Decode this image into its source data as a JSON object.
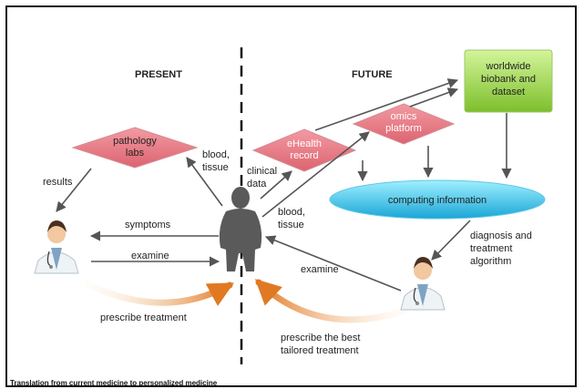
{
  "headers": {
    "present": "PRESENT",
    "future": "FUTURE"
  },
  "nodes": {
    "pathology_labs": [
      "pathology",
      "labs"
    ],
    "ehealth_record": [
      "eHealth",
      "record"
    ],
    "omics_platform": [
      "omics",
      "platform"
    ],
    "worldwide_biobank": [
      "worldwide",
      "biobank and",
      "dataset"
    ],
    "computing_information": "computing information"
  },
  "labels": {
    "results": "results",
    "blood_tissue_left": [
      "blood,",
      "tissue"
    ],
    "clinical_data": [
      "clinical",
      "data"
    ],
    "blood_tissue_right": [
      "blood,",
      "tissue"
    ],
    "symptoms": "symptoms",
    "examine_left": "examine",
    "examine_right": "examine",
    "diagnosis": [
      "diagnosis and",
      "treatment",
      "algorithm"
    ],
    "prescribe_treatment": "prescribe treatment",
    "prescribe_best": [
      "prescribe the best",
      "tailored treatment"
    ]
  },
  "caption": "Translation from current medicine to personalized medicine",
  "colors": {
    "diamond": "#e6737e",
    "diamond_stroke": "#d9909a",
    "ellipse_top": "#8fe6f8",
    "ellipse_bottom": "#1aa6d6",
    "biobank_top": "#c7ee83",
    "biobank_bottom": "#7dbf2c",
    "arrow": "#555555",
    "curve_arrow": "#e07a22"
  }
}
